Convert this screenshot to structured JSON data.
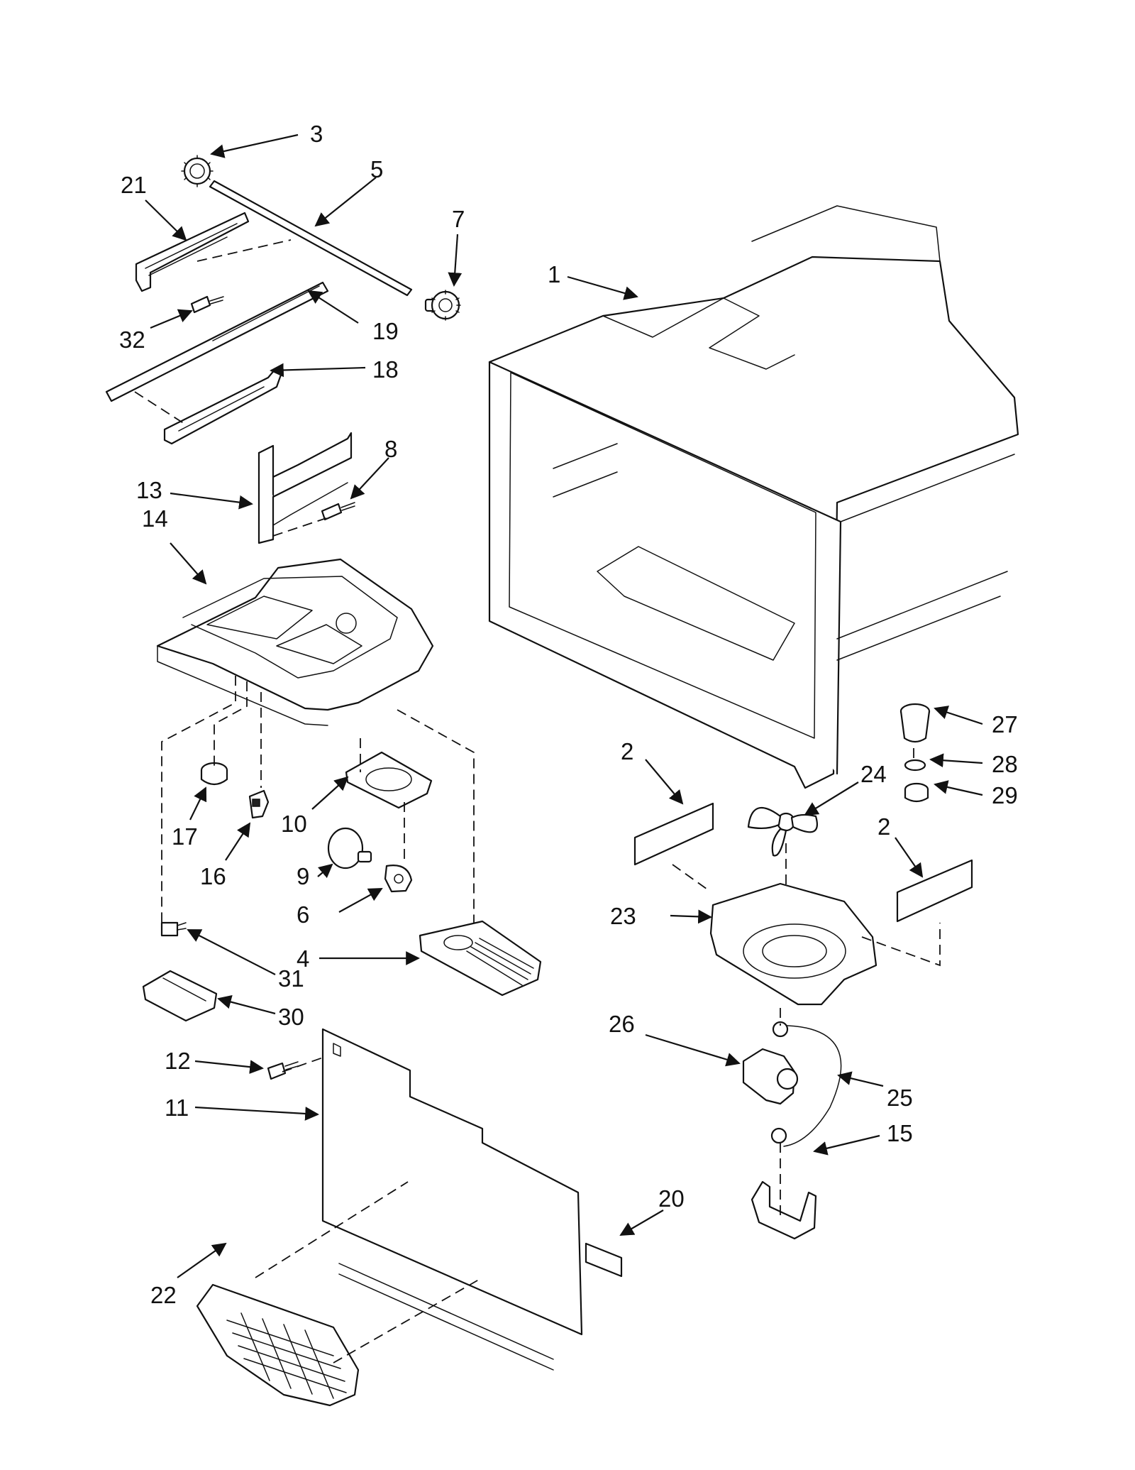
{
  "callouts": [
    {
      "id": "c3",
      "label": "3"
    },
    {
      "id": "c21",
      "label": "21"
    },
    {
      "id": "c5",
      "label": "5"
    },
    {
      "id": "c7",
      "label": "7"
    },
    {
      "id": "c1",
      "label": "1"
    },
    {
      "id": "c32",
      "label": "32"
    },
    {
      "id": "c19",
      "label": "19"
    },
    {
      "id": "c18",
      "label": "18"
    },
    {
      "id": "c8",
      "label": "8"
    },
    {
      "id": "c13",
      "label": "13"
    },
    {
      "id": "c14",
      "label": "14"
    },
    {
      "id": "c27",
      "label": "27"
    },
    {
      "id": "c28",
      "label": "28"
    },
    {
      "id": "c29",
      "label": "29"
    },
    {
      "id": "c2a",
      "label": "2"
    },
    {
      "id": "c24",
      "label": "24"
    },
    {
      "id": "c2b",
      "label": "2"
    },
    {
      "id": "c17",
      "label": "17"
    },
    {
      "id": "c10",
      "label": "10"
    },
    {
      "id": "c16",
      "label": "16"
    },
    {
      "id": "c9",
      "label": "9"
    },
    {
      "id": "c6",
      "label": "6"
    },
    {
      "id": "c23",
      "label": "23"
    },
    {
      "id": "c4",
      "label": "4"
    },
    {
      "id": "c31",
      "label": "31"
    },
    {
      "id": "c30",
      "label": "30"
    },
    {
      "id": "c26",
      "label": "26"
    },
    {
      "id": "c12",
      "label": "12"
    },
    {
      "id": "c11",
      "label": "11"
    },
    {
      "id": "c25",
      "label": "25"
    },
    {
      "id": "c15",
      "label": "15"
    },
    {
      "id": "c20",
      "label": "20"
    },
    {
      "id": "c22",
      "label": "22"
    }
  ]
}
